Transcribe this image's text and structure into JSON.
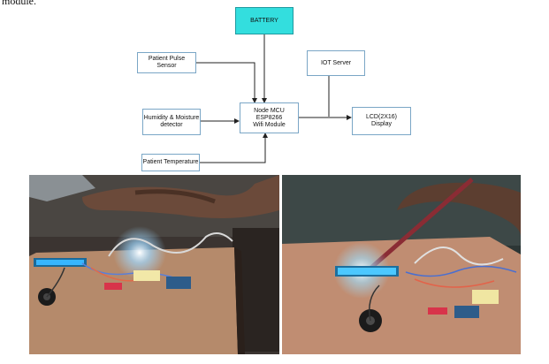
{
  "document": {
    "top_text": "module."
  },
  "diagram": {
    "nodes": [
      {
        "id": "battery",
        "label": "BATTERY"
      },
      {
        "id": "pulse",
        "label": "Patient Pulse Sensor"
      },
      {
        "id": "iot",
        "label": "IOT Server"
      },
      {
        "id": "humidity",
        "label": "Humidity & Moisture\ndetector"
      },
      {
        "id": "mcu",
        "label": "Node MCU\nESP8266\nWifi Module"
      },
      {
        "id": "lcd",
        "label": "LCD(2X16)\nDisplay"
      },
      {
        "id": "temp",
        "label": "Patient Temperature"
      }
    ],
    "edges": [
      {
        "from": "battery",
        "to": "mcu"
      },
      {
        "from": "pulse",
        "to": "mcu"
      },
      {
        "from": "humidity",
        "to": "mcu"
      },
      {
        "from": "temp",
        "to": "mcu"
      },
      {
        "from": "iot",
        "to": "lcd"
      },
      {
        "from": "mcu",
        "to": "lcd"
      }
    ]
  },
  "colors": {
    "battery_fill": "#33dede",
    "box_border": "#7aa6c6",
    "arrow": "#222222"
  }
}
